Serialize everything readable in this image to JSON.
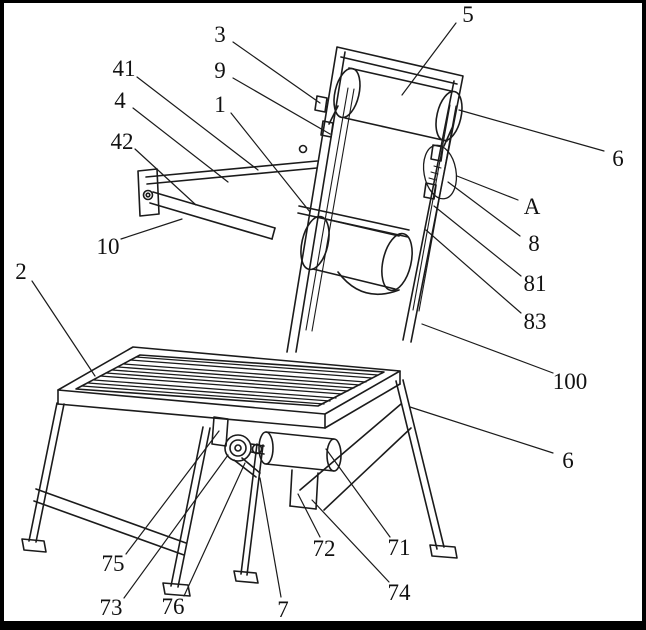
{
  "figure": {
    "kind": "patent-line-drawing",
    "description": "Isometric patent-style line drawing of a chair apparatus with a tilted backrest carrying two guide-rail rollers, a pivoting armrest lever on the left, a slatted seat, splayed legs with braces, and an under-seat motor/pulley drive mechanism. Reference numerals with leader lines annotate each part.",
    "background_color": "#ffffff",
    "line_color": "#1b1b1b",
    "border_color": "#000000"
  },
  "labels": {
    "l2": "2",
    "l3": "3",
    "l4": "4",
    "l5": "5",
    "l6_top": "6",
    "l6_bottom": "6",
    "l7": "7",
    "l8": "8",
    "l9": "9",
    "l10": "10",
    "l41": "41",
    "l42": "42",
    "l71": "71",
    "l72": "72",
    "l73": "73",
    "l74": "74",
    "l75": "75",
    "l76": "76",
    "l81": "81",
    "l83": "83",
    "l100": "100",
    "lA": "A",
    "l1": "1"
  }
}
